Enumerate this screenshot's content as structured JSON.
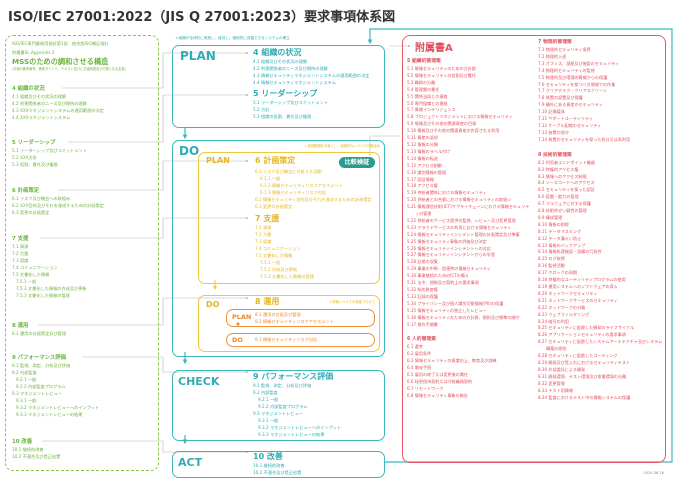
{
  "title": "ISO/IEC 27001:2022（JIS Q 27001:2023）要求事項体系図",
  "date": "2024.06.16",
  "colors": {
    "mss": "#6cb33f",
    "pdca": "#2eadb4",
    "inner": "#e5b520",
    "operation": "#ee8a2e",
    "annex": "#e0505e",
    "badge": "#2b9a8e"
  },
  "mss": {
    "line1": "ISO/IEC専門業務用指針第1部　統合版ISO補足指針",
    "line2": "附属書SL Appendix 2",
    "heading": "MSSのための調和させる構造",
    "note": "(共通の箇条番号、箇条タイトル、テキスト並びに共通用語及び中核となる定義)",
    "sections": [
      {
        "title": "4 組織の状況",
        "items": [
          "4.1 組織及びその状況の理解",
          "4.2 利害関係者のニーズ及び期待の理解",
          "4.3 XXXマネジメントシステムの適用範囲の決定",
          "4.4 XXXマネジメントシステム"
        ]
      },
      {
        "title": "5 リーダーシップ",
        "items": [
          "5.1 リーダーシップ及びコミットメント",
          "5.2 XXX方針",
          "5.3 役割、責任及び権限"
        ]
      },
      {
        "title": "6 計画策定",
        "items": [
          "6.1 リスク及び機会への取組み",
          "6.2 XXX目的及びそれを達成するための計画策定",
          "6.3 変更の計画策定"
        ]
      },
      {
        "title": "7 支援",
        "items": [
          "7.1 資源",
          "7.2 力量",
          "7.3 認識",
          "7.4 コミュニケーション",
          "7.5 文書化した情報",
          "7.5.1 一般",
          "7.5.2 文書化した情報の作成及び更新",
          "7.5.3 文書化した情報の管理"
        ]
      },
      {
        "title": "8 運用",
        "items": [
          "8.1 運用の計画策定及び管理"
        ]
      },
      {
        "title": "9 パフォーマンス評価",
        "items": [
          "9.1 監視、測定、分析及び評価",
          "9.2 内部監査",
          "9.2.1 一般",
          "9.2.2 内部監査プログラム",
          "9.3 マネジメントレビュー",
          "9.3.1 一般",
          "9.3.2 マネジメントレビューへのインプット",
          "9.3.3 マネジメントレビューの結果"
        ]
      },
      {
        "title": "10 改善",
        "items": [
          "10.1 継続的改善",
          "10.2 不適合及び是正処置"
        ]
      }
    ]
  },
  "pdca": {
    "top_note": "＊組織が全体的に実施し、維持し、継続的に改善できるシステムの確立",
    "do_note": "＊適用範囲を対象とし、組織的なレベルでの取組み",
    "ops_note": "＊情報レベルでの実施プロセス",
    "plan_label": "PLAN",
    "do_label": "DO",
    "check_label": "CHECK",
    "act_label": "ACT",
    "inner_plan_label": "PLAN",
    "inner_do_label": "DO",
    "ops_plan_label": "PLAN",
    "ops_do_label": "DO",
    "badge": "比較検証",
    "annex_label": "附属書A",
    "s4": {
      "title": "4 組織の状況",
      "items": [
        "4.1 組織及びその状況の理解",
        "4.2 利害関係者のニーズ及び期待の理解",
        "4.3 情報セキュリティマネジメントシステムの適用範囲の決定",
        "4.4 情報セキュリティマネジメントシステム"
      ]
    },
    "s5": {
      "title": "5 リーダーシップ",
      "items": [
        "5.1 リーダーシップ及びコミットメント",
        "5.2 方針",
        "5.3 組織の役割、責任及び権限"
      ]
    },
    "s6": {
      "title": "6 計画策定",
      "items": [
        "6.1 リスク及び機会に対処する活動",
        "6.1.1 一般",
        "6.1.2 情報セキュリティリスクアセスメント",
        "6.1.3 情報セキュリティリスク対応",
        "6.2 情報セキュリティ目的及びそれを達成するための計画策定",
        "6.3 変更の計画策定"
      ]
    },
    "s7": {
      "title": "7 支援",
      "items": [
        "7.1 資源",
        "7.2 力量",
        "7.3 認識",
        "7.4 コミュニケーション",
        "7.5 文書化した情報",
        "7.5.1 一般",
        "7.5.2 作成及び更新",
        "7.5.3 文書化した情報の管理"
      ]
    },
    "s8": {
      "title": "8 運用",
      "plan_items": [
        "8.1 運用の計画及び管理",
        "8.2 情報セキュリティリスクアセスメント"
      ],
      "do_items": [
        "8.3 情報セキュリティリスク対応"
      ]
    },
    "s9": {
      "title": "9 パフォーマンス評価",
      "items": [
        "9.1 監視、測定、分析及び評価",
        "9.2 内部監査",
        "9.2.1 一般",
        "9.2.2 内部監査プログラム",
        "9.3 マネジメントレビュー",
        "9.3.1 一般",
        "9.3.2 マネジメントレビューへのインプット",
        "9.3.3 マネジメントレビューの結果"
      ]
    },
    "s10": {
      "title": "10 改善",
      "items": [
        "10.1 継続的改善",
        "10.2 不適合及び是正処置"
      ]
    }
  },
  "annex": {
    "title": "附属書A",
    "left": [
      {
        "title": "5 組織的管理策",
        "items": [
          "5.1 情報セキュリティのための方針群",
          "5.2 情報セキュリティの役割及び責任",
          "5.3 職務の分離",
          "5.4 管理層の責任",
          "5.5 関係当局との連絡",
          "5.6 専門組織との連絡",
          "5.7 脅威インテリジェンス",
          "5.8 プロジェクトマネジメントにおける情報セキュリティ",
          "5.9 情報及びその他の関連資産の目録",
          "5.10 情報及びその他の関連資産の許容される利用",
          "5.11 資産の返却",
          "5.12 情報の分類",
          "5.13 情報のラベル付け",
          "5.14 情報の転送",
          "5.15 アクセス制御",
          "5.16 識別情報の管理",
          "5.17 認証情報",
          "5.18 アクセス権",
          "5.19 供給者関係における情報セキュリティ",
          "5.20 供給者との合意における情報セキュリティの取扱い",
          "5.21 情報通信技術(ICT)サプライチェーンにおける情報セキュリティの管理",
          "5.22 供給者のサービス提供の監視、レビュー及び変更管理",
          "5.23 クラウドサービスの利用における情報セキュリティ",
          "5.24 情報セキュリティインシデント管理の計画策定及び準備",
          "5.25 情報セキュリティ事象の評価及び決定",
          "5.26 情報セキュリティインシデントへの対応",
          "5.27 情報セキュリティインシデントからの学習",
          "5.28 証拠の収集",
          "5.29 事業の中断・阻害時の情報セキュリティ",
          "5.30 事業継続のためのICTの備え",
          "5.31 法令、規制及び契約上の要求事項",
          "5.32 知的財産権",
          "5.33 記録の保護",
          "5.34 プライバシー及び個人識別可能情報(PII)の保護",
          "5.35 情報セキュリティの独立したレビュー",
          "5.36 情報セキュリティのための方針群、規則及び標準の順守",
          "5.37 操作手順書"
        ]
      },
      {
        "title": "6 人的管理策",
        "items": [
          "6.1 選考",
          "6.2 雇用条件",
          "6.3 情報セキュリティの意識向上、教育及び訓練",
          "6.4 懲戒手続",
          "6.5 雇用の終了又は変更後の責任",
          "6.6 秘密保持契約又は守秘義務契約",
          "6.7 リモートワーク",
          "6.8 情報セキュリティ事象の報告"
        ]
      }
    ],
    "right": [
      {
        "title": "7 物理的管理策",
        "items": [
          "7.1 物理的セキュリティ境界",
          "7.2 物理的入退",
          "7.3 オフィス、部屋及び施設のセキュリティ",
          "7.4 物理的セキュリティの監視",
          "7.5 物理的及び環境的脅威からの保護",
          "7.6 セキュリティを保つべき領域での作業",
          "7.7 クリアデスク・クリアスクリーン",
          "7.8 装置の設置及び保護",
          "7.9 構外にある資産のセキュリティ",
          "7.10 記憶媒体",
          "7.11 サポートユーティリティ",
          "7.12 ケーブル配線のセキュリティ",
          "7.13 装置の保守",
          "7.14 装置のセキュリティを保った処分又は再利用"
        ]
      },
      {
        "title": "8 技術的管理策",
        "items": [
          "8.1 利用者エンドポイント機器",
          "8.2 特権的アクセス権",
          "8.3 情報へのアクセス制限",
          "8.4 ソースコードへのアクセス",
          "8.5 セキュリティを保った認証",
          "8.6 容量・能力の管理",
          "8.7 マルウェアに対する保護",
          "8.8 技術的ぜい弱性の管理",
          "8.9 構成管理",
          "8.10 情報の削除",
          "8.11 データマスキング",
          "8.12 データ漏えい防止",
          "8.13 情報のバックアップ",
          "8.14 情報処理施設・設備の冗長性",
          "8.15 ログ取得",
          "8.16 監視活動",
          "8.17 クロックの同期",
          "8.18 特権的なユーティリティプログラムの使用",
          "8.19 運用システムへのソフトウェアの導入",
          "8.20 ネットワークセキュリティ",
          "8.21 ネットワークサービスのセキュリティ",
          "8.22 ネットワークの分離",
          "8.23 ウェブフィルタリング",
          "8.24 暗号の利用",
          "8.25 セキュリティに配慮した開発のライフサイクル",
          "8.26 アプリケーションセキュリティの要求事項",
          "8.27 セキュリティに配慮したシステムアーキテクチャ及びシステム構築の原則",
          "8.28 セキュリティに配慮したコーディング",
          "8.29 開発及び受入れにおけるセキュリティテスト",
          "8.30 外部委託による開発",
          "8.31 開発環境、テスト環境及び本番環境の分離",
          "8.32 変更管理",
          "8.33 テスト用情報",
          "8.34 監査におけるテスト中の情報システムの保護"
        ]
      }
    ]
  }
}
